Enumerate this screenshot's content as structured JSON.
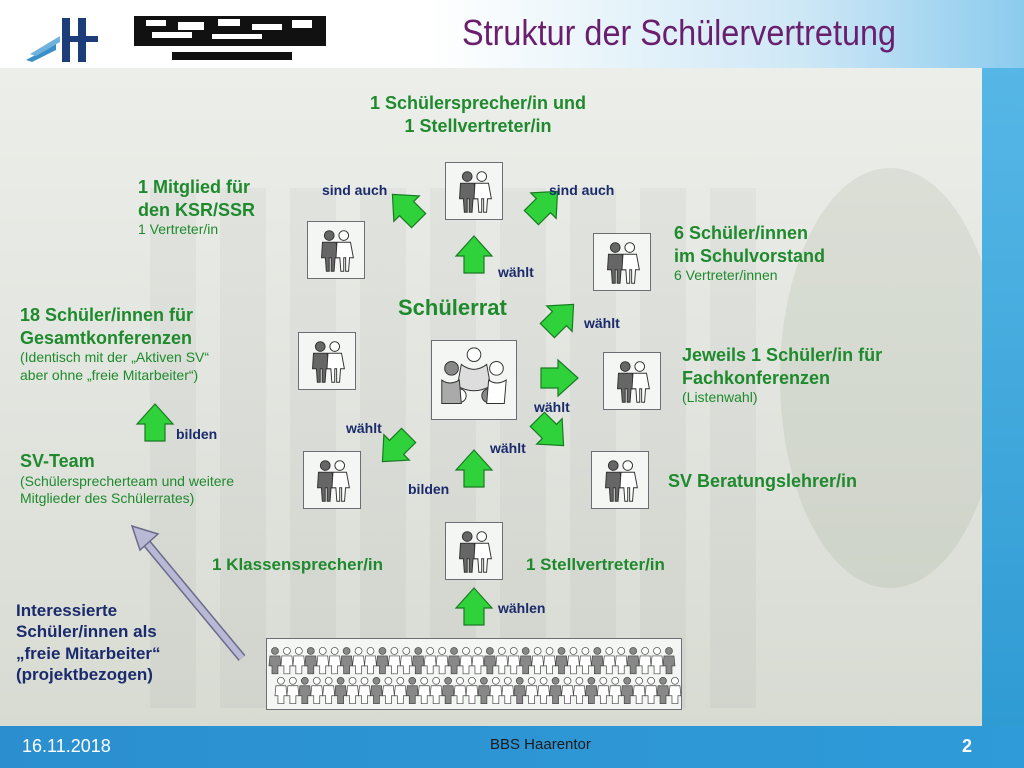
{
  "slide": {
    "title": "Struktur der Schülervertretung",
    "footer": {
      "date": "16.11.2018",
      "organization": "BBS Haarentor",
      "page_number": "2"
    }
  },
  "diagram": {
    "center": "Schülerrat",
    "nodes": {
      "sprecher": {
        "line1": "1 Schülersprecher/in und",
        "line2": "1 Stellvertreter/in"
      },
      "ksr": {
        "line1": "1 Mitglied für",
        "line2": "den KSR/SSR",
        "sub": "1 Vertreter/in"
      },
      "schulvorstand": {
        "line1": "6 Schüler/innen",
        "line2": "im Schulvorstand",
        "sub": "6 Vertreter/innen"
      },
      "gesamtkonferenzen": {
        "line1": "18 Schüler/innen für",
        "line2": "Gesamtkonferenzen",
        "sub1": "(Identisch mit der „Aktiven SV“",
        "sub2": "aber ohne „freie Mitarbeiter“)"
      },
      "fachkonferenzen": {
        "line1": "Jeweils 1 Schüler/in für",
        "line2": "Fachkonferenzen",
        "sub": "(Listenwahl)"
      },
      "svteam": {
        "line1": "SV-Team",
        "sub1": "(Schülersprecherteam und weitere",
        "sub2": "Mitglieder des Schülerrates)"
      },
      "beratung": {
        "line1": "SV Beratungslehrer/in"
      },
      "klassensprecher": {
        "left": "1 Klassensprecher/in",
        "right": "1 Stellvertreter/in"
      },
      "freie": {
        "line1": "Interessierte",
        "line2": "Schüler/innen als",
        "line3": "„freie Mitarbeiter“",
        "line4": "(projektbezogen)"
      }
    },
    "edge_labels": {
      "sind_auch_left": "sind auch",
      "sind_auch_right": "sind auch",
      "waehlt_up": "wählt",
      "waehlt_upright": "wählt",
      "waehlt_right": "wählt",
      "waehlt_downright": "wählt",
      "waehlt_downleft": "wählt",
      "bilden_center": "bilden",
      "bilden_left": "bilden",
      "waehlen_bottom": "wählen"
    },
    "colors": {
      "arrow_fill": "#2fd23a",
      "arrow_stroke": "#1a7a24",
      "gray_arrow": "#a9a9c8",
      "title": "#6a1f6e",
      "green_text": "#1f8a2d",
      "navy_text": "#1a2a6b"
    }
  }
}
